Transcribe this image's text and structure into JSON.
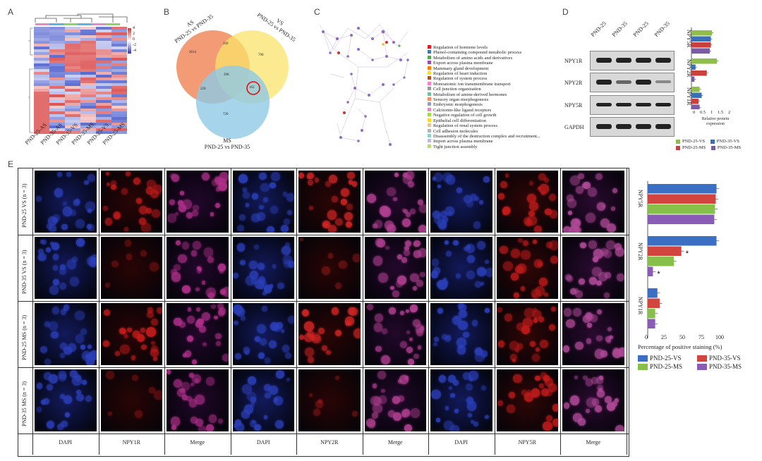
{
  "panels": {
    "A": {
      "label": "A",
      "col_labels": [
        "PND-25-AS",
        "PND-35-AS",
        "PND-35-VS",
        "PND-35-MS",
        "PND-25-VS",
        "PND-25-MS"
      ],
      "scale_ticks": [
        "4",
        "2",
        "0",
        "-2",
        "-4"
      ]
    },
    "B": {
      "label": "B",
      "set_AS": [
        "AS",
        "PND-25 vs PND-35"
      ],
      "set_VS": [
        "VS",
        "PND-25 vs PND-35"
      ],
      "set_MS": [
        "MS",
        "PND-25 vs PND-35"
      ],
      "counts": {
        "as_only": "2614",
        "as_vs": "269",
        "vs_only": "790",
        "center": "296",
        "as_ms": "220",
        "vs_ms": "162",
        "ms_only": "720"
      }
    },
    "C": {
      "label": "C",
      "legend": [
        {
          "text": "Regulation of hormone levels",
          "color": "#e41a1c"
        },
        {
          "text": "Phenol-containing compound metabolic process",
          "color": "#377eb8"
        },
        {
          "text": "Metabolism of amino acids and derivatives",
          "color": "#4daf4a"
        },
        {
          "text": "Export across plasma membrane",
          "color": "#984ea3"
        },
        {
          "text": "Mammary gland development",
          "color": "#ff7f00"
        },
        {
          "text": "Regulation of heart induction",
          "color": "#ffd92f"
        },
        {
          "text": "Regulation of system process",
          "color": "#a65628"
        },
        {
          "text": "Monoatomic ion transmembrane transport",
          "color": "#f781bf"
        },
        {
          "text": "Cell junction organization",
          "color": "#999999"
        },
        {
          "text": "Metabolism of amine-derived hormones",
          "color": "#66c2a5"
        },
        {
          "text": "Sensory organ morphogenesis",
          "color": "#fc8d62"
        },
        {
          "text": "Embryonic morphogenesis",
          "color": "#8da0cb"
        },
        {
          "text": "Calcitonin-like ligand receptors",
          "color": "#e78ac3"
        },
        {
          "text": "Negative regulation of cell growth",
          "color": "#a6d854"
        },
        {
          "text": "Epithelial cell differentiation",
          "color": "#ffd92f"
        },
        {
          "text": "Regulation of renal system process",
          "color": "#e5c494"
        },
        {
          "text": "Cell adhesion molecules",
          "color": "#b3b3b3"
        },
        {
          "text": "Disassembly of the destruction complex and recruitment...",
          "color": "#8dd3c7"
        },
        {
          "text": "Import across plasma membrane",
          "color": "#bebada"
        },
        {
          "text": "Tight junction assembly",
          "color": "#b3de69"
        }
      ]
    },
    "D": {
      "label": "D",
      "lanes": [
        "PND-25",
        "PND-35",
        "PND-25",
        "PND-35"
      ],
      "rows": [
        "NPY1R",
        "NPY2R",
        "NPY5R",
        "GAPDH"
      ],
      "bar_groups": [
        "NPY5R",
        "NPY2R",
        "NPY1R"
      ],
      "axis_ticks": [
        "0",
        "0.5",
        "1",
        "1.5",
        "2"
      ],
      "axis_label": [
        "Relative protein",
        "expression"
      ],
      "legend": [
        "PND-25-VS",
        "PND-35-VS",
        "PND-25-MS",
        "PND-35-MS"
      ]
    },
    "E": {
      "label": "E",
      "row_labels": [
        "PND-25 VS (n = 3)",
        "PND-35 VS (n = 3)",
        "PND-25 MS (n = 3)",
        "PND-35 MS (n = 3)"
      ],
      "col_labels": [
        "DAPI",
        "NPY1R",
        "Merge",
        "DAPI",
        "NPY2R",
        "Merge",
        "DAPI",
        "NPY5R",
        "Merge"
      ],
      "axis_ticks": [
        "0",
        "25",
        "50",
        "75",
        "100"
      ],
      "axis_label": "Percentage of positive staining (%)",
      "legend": [
        "PND-25-VS",
        "PND-35-VS",
        "PND-25-MS",
        "PND-35-MS"
      ],
      "group_labels": [
        "NPY5R",
        "NPY2R",
        "NPY1R"
      ],
      "star": "*"
    }
  },
  "chart_data": [
    {
      "type": "bar",
      "panel": "D",
      "orientation": "horizontal",
      "categories": [
        "NPY5R",
        "NPY2R",
        "NPY1R"
      ],
      "xlabel": "Relative protein expression",
      "xlim": [
        0,
        2
      ],
      "series": [
        {
          "name": "PND-25-VS",
          "color": "#8fbf4a",
          "values": [
            1.0,
            1.25,
            0.4
          ]
        },
        {
          "name": "PND-35-VS",
          "color": "#3b6fb6",
          "values": [
            0.95,
            0.2,
            0.5
          ]
        },
        {
          "name": "PND-25-MS",
          "color": "#c9403d",
          "values": [
            0.95,
            0.75,
            0.35
          ]
        },
        {
          "name": "PND-35-MS",
          "color": "#7b5aa6",
          "values": [
            0.9,
            0.15,
            0.4
          ]
        }
      ]
    },
    {
      "type": "bar",
      "panel": "E",
      "orientation": "horizontal",
      "categories": [
        "NPY5R",
        "NPY2R",
        "NPY1R"
      ],
      "xlabel": "Percentage of positive staining (%)",
      "xlim": [
        0,
        100
      ],
      "series": [
        {
          "name": "PND-25-VS",
          "color": "#3b6fc4",
          "values": [
            92,
            92,
            13
          ]
        },
        {
          "name": "PND-35-VS",
          "color": "#d2453f",
          "values": [
            91,
            45,
            16
          ]
        },
        {
          "name": "PND-25-MS",
          "color": "#86c04a",
          "values": [
            90,
            35,
            10
          ]
        },
        {
          "name": "PND-35-MS",
          "color": "#8a5cb5",
          "values": [
            89,
            7,
            10
          ]
        }
      ]
    }
  ]
}
